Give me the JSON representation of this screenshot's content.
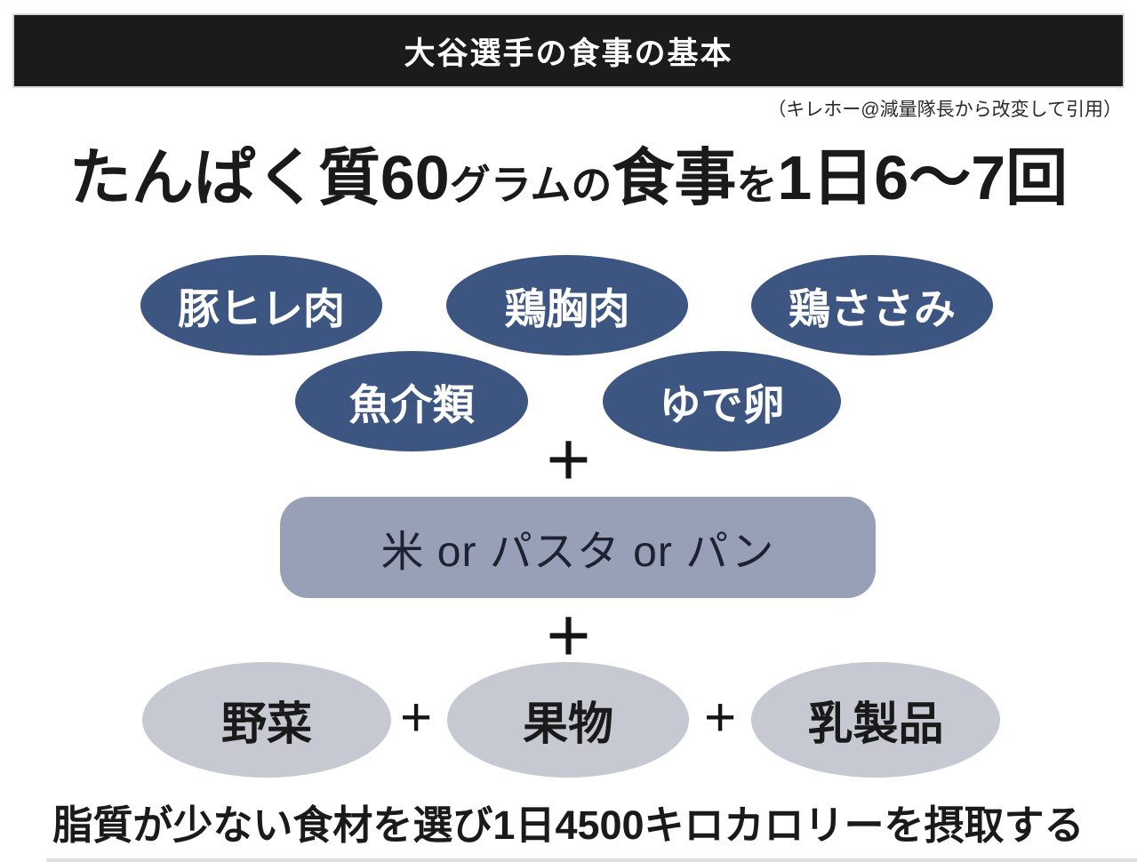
{
  "header": {
    "title": "大谷選手の食事の基本"
  },
  "credit": "（キレホー@減量隊長から改変して引用）",
  "headline": {
    "full_text": "たんぱく質60グラムの食事を1日6〜7回",
    "segments": [
      {
        "text": "たんぱく質60",
        "size": "large"
      },
      {
        "text": "グラム",
        "size": "small"
      },
      {
        "text": "の",
        "size": "small"
      },
      {
        "text": "食事",
        "size": "large"
      },
      {
        "text": "を",
        "size": "small"
      },
      {
        "text": "1日6〜7回",
        "size": "large"
      }
    ]
  },
  "diagram": {
    "protein_row1": [
      "豚ヒレ肉",
      "鶏胸肉",
      "鶏ささみ"
    ],
    "protein_row2": [
      "魚介類",
      "ゆで卵"
    ],
    "plus_sign": "+",
    "carb_box": "米 or パスタ or パン",
    "bottom_row": [
      "野菜",
      "果物",
      "乳製品"
    ]
  },
  "footer": "脂質が少ない食材を選び1日4500キロカロリーを摂取する",
  "colors": {
    "navy": "#3d5681",
    "carb_gray": "#98a0b8",
    "light_gray": "#c6c8d2",
    "bar_black": "#1b1b1b",
    "text_black": "#1a1a1a"
  }
}
